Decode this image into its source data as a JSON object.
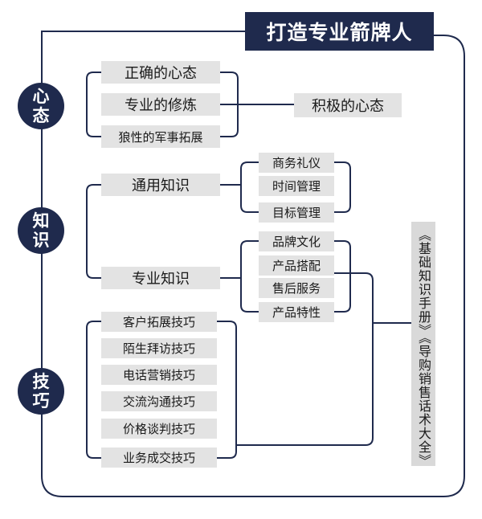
{
  "title": "打造专业箭牌人",
  "sections": {
    "mindset": {
      "label_top": "心",
      "label_bottom": "态"
    },
    "knowledge": {
      "label_top": "知",
      "label_bottom": "识"
    },
    "skills": {
      "label_top": "技",
      "label_bottom": "巧"
    }
  },
  "mindset_items": [
    "正确的心态",
    "专业的修炼",
    "狼性的军事拓展"
  ],
  "mindset_result": "积极的心态",
  "knowledge_groups": {
    "general": {
      "label": "通用知识",
      "items": [
        "商务礼仪",
        "时间管理",
        "目标管理"
      ]
    },
    "professional": {
      "label": "专业知识",
      "items": [
        "品牌文化",
        "产品搭配",
        "售后服务",
        "产品特性"
      ]
    }
  },
  "skills_items": [
    "客户拓展技巧",
    "陌生拜访技巧",
    "电话营销技巧",
    "交流沟通技巧",
    "价格谈判技巧",
    "业务成交技巧"
  ],
  "manuals_label": "《基础知识手册》《导购销售话术大全》",
  "colors": {
    "navy": "#1f2a4d",
    "box": "#e3e3e3",
    "line": "#1f2a4d"
  }
}
